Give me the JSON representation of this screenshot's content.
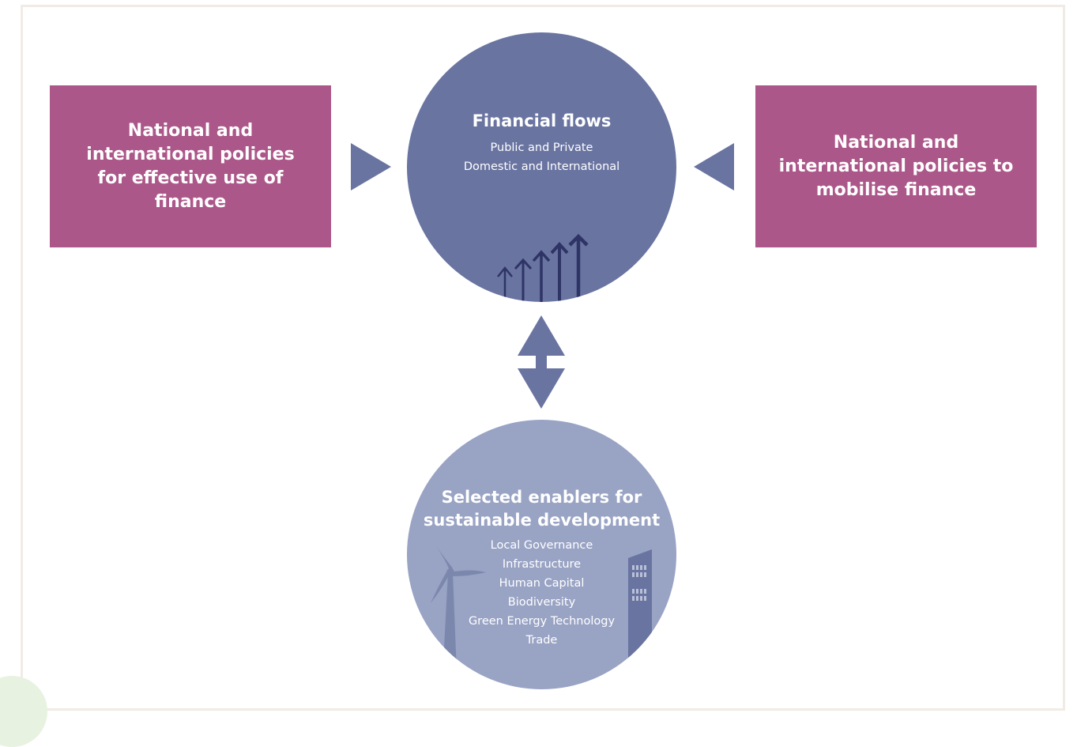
{
  "left_box": {
    "text": "National and international policies for effective use of finance"
  },
  "right_box": {
    "text": "National and international policies to mobilise finance"
  },
  "flows_circle": {
    "title": "Financial flows",
    "lines": [
      "Public and Private",
      "Domestic and International"
    ],
    "icon": "rising-arrows-icon"
  },
  "enablers_circle": {
    "title": "Selected enablers for sustainable development",
    "lines": [
      "Local Governance",
      "Infrastructure",
      "Human Capital",
      "Biodiversity",
      "Green Energy Technology",
      "Trade"
    ],
    "icons": [
      "wind-turbine-icon",
      "building-icon"
    ]
  },
  "colors": {
    "policy_box": "#ac5789",
    "flows_circle": "#6974a1",
    "enablers_circle": "#99a3c4",
    "arrow": "#6974a1",
    "dark_icon": "#2e3566"
  }
}
